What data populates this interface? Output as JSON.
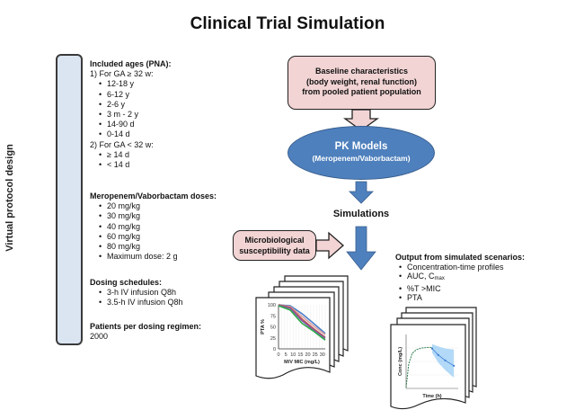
{
  "title": "Clinical Trial Simulation",
  "vertical_label": "Virtual protocol design",
  "protocol": {
    "ages_heading": "Included ages (PNA):",
    "group1_label": "1) For GA ≥ 32 w:",
    "group1_items": [
      "12-18 y",
      "6-12 y",
      "2-6 y",
      "3 m - 2 y",
      "14-90 d",
      "0-14 d"
    ],
    "group2_label": "2) For GA < 32 w:",
    "group2_items": [
      "≥ 14 d",
      "< 14 d"
    ],
    "doses_heading": "Meropenem/Vaborbactam doses:",
    "doses_items": [
      "20 mg/kg",
      "30 mg/kg",
      "40 mg/kg",
      "60 mg/kg",
      "80 mg/kg",
      "Maximum dose: 2 g"
    ],
    "schedules_heading": "Dosing schedules:",
    "schedules_items": [
      "3-h IV infusion Q8h",
      "3.5-h IV infusion Q8h"
    ],
    "patients_heading": "Patients per dosing regimen:",
    "patients_value": "2000"
  },
  "baseline": {
    "line1": "Baseline characteristics",
    "line2": "(body weight, renal function)",
    "line3": "from pooled patient population"
  },
  "pk_models": {
    "title": "PK Models",
    "subtitle": "(Meropenem/Vaborbactam)"
  },
  "simulations_label": "Simulations",
  "micro": {
    "line1": "Microbiological",
    "line2": "susceptibility data"
  },
  "output": {
    "heading": "Output from simulated scenarios:",
    "item1": "Concentration-time profiles",
    "item2_prefix": "AUC, C",
    "item2_sub": "max",
    "item3": "%T >MIC",
    "item4": "PTA"
  },
  "colors": {
    "pink_box": "#f2d4d4",
    "blue_ellipse": "#4e80bd",
    "label_box": "#dbe5f2",
    "arrow_blue": "#4e80bd"
  },
  "chart_data": [
    {
      "type": "line",
      "title": "",
      "xlabel": "M/V MIC (mg/L)",
      "ylabel": "PTA %",
      "x_ticks": [
        "0",
        "5",
        "10",
        "15",
        "20",
        "25",
        "30"
      ],
      "y_ticks": [
        "0",
        "25",
        "50",
        "75",
        "100"
      ],
      "xlim": [
        0,
        32
      ],
      "ylim": [
        0,
        100
      ],
      "series": [
        {
          "name": "blue",
          "color": "#4a7fc9",
          "x": [
            0,
            8,
            16,
            24,
            32
          ],
          "y": [
            100,
            98,
            80,
            58,
            35
          ]
        },
        {
          "name": "pink",
          "color": "#d9a3a3",
          "x": [
            0,
            8,
            16,
            24,
            32
          ],
          "y": [
            100,
            96,
            74,
            52,
            32
          ]
        },
        {
          "name": "red",
          "color": "#c0504d",
          "x": [
            0,
            8,
            16,
            24,
            32
          ],
          "y": [
            100,
            94,
            68,
            46,
            26
          ]
        },
        {
          "name": "purple",
          "color": "#7f5fa5",
          "x": [
            0,
            8,
            16,
            24,
            32
          ],
          "y": [
            99,
            92,
            64,
            43,
            24
          ]
        },
        {
          "name": "green",
          "color": "#2eaa4a",
          "x": [
            0,
            8,
            16,
            24,
            32
          ],
          "y": [
            98,
            88,
            58,
            40,
            20
          ]
        }
      ]
    },
    {
      "type": "line",
      "title": "",
      "xlabel": "Time (h)",
      "ylabel": "Conc (mg/L)",
      "observed": {
        "color": "#2e7d4f",
        "x": [
          0,
          0.3,
          0.7,
          1.2,
          1.8,
          2.5,
          3.0
        ],
        "y": [
          2,
          45,
          65,
          72,
          75,
          76,
          76
        ]
      },
      "predicted": {
        "color": "#3a7bd5",
        "x": [
          3.0,
          3.7,
          4.5,
          5.5
        ],
        "y": [
          74,
          62,
          52,
          42
        ]
      },
      "ci_band": {
        "color": "#9fd0f5",
        "x": [
          3.0,
          3.7,
          4.5,
          5.5
        ],
        "lower": [
          66,
          48,
          34,
          20
        ],
        "upper": [
          82,
          78,
          74,
          72
        ]
      }
    }
  ]
}
